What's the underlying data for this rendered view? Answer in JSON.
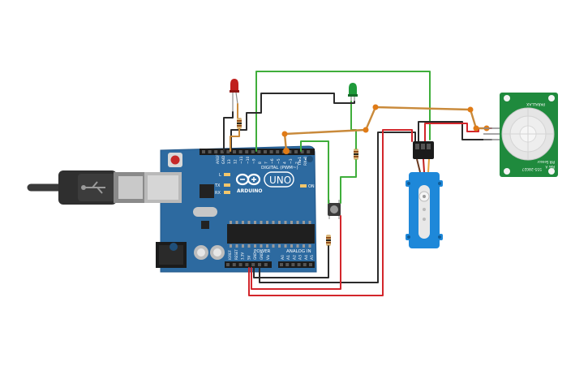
{
  "board": {
    "brand": "ARDUINO",
    "model": "UNO",
    "digital_label": "DIGITAL (PWM~)",
    "power_label": "POWER",
    "analog_label": "ANALOG IN",
    "on_label": "ON",
    "led_l": "L",
    "led_tx": "TX",
    "led_rx": "RX",
    "aref": "AREF",
    "gnd": "GND",
    "tx_pin": "TX▸1",
    "rx_pin": "RX◂0",
    "digital_pins": [
      "13",
      "12",
      "~11",
      "~10",
      "~9",
      "8",
      "7",
      "~6",
      "~5",
      "4",
      "~3",
      "2"
    ],
    "power_pins": [
      "IOREF",
      "RESET",
      "3.3V",
      "5V",
      "GND",
      "GND",
      "Vin"
    ],
    "analog_pins": [
      "A0",
      "A1",
      "A2",
      "A3",
      "A4",
      "A5"
    ]
  },
  "pir": {
    "label_top": "PARALLAX",
    "label_bottom": "555-28027",
    "label_side": "PIR Sensor",
    "rev": "Rev A"
  },
  "colors": {
    "board": "#2d6aa0",
    "wire_green": "#3fae3b",
    "wire_black": "#2b2b2b",
    "wire_red": "#d3262b",
    "wire_orange": "#c98a3b",
    "junction": "#e07b16",
    "pir_board": "#1f8a3d",
    "servo": "#1e88d9",
    "led_red": "#c0201e",
    "led_green": "#1f9a3a"
  }
}
